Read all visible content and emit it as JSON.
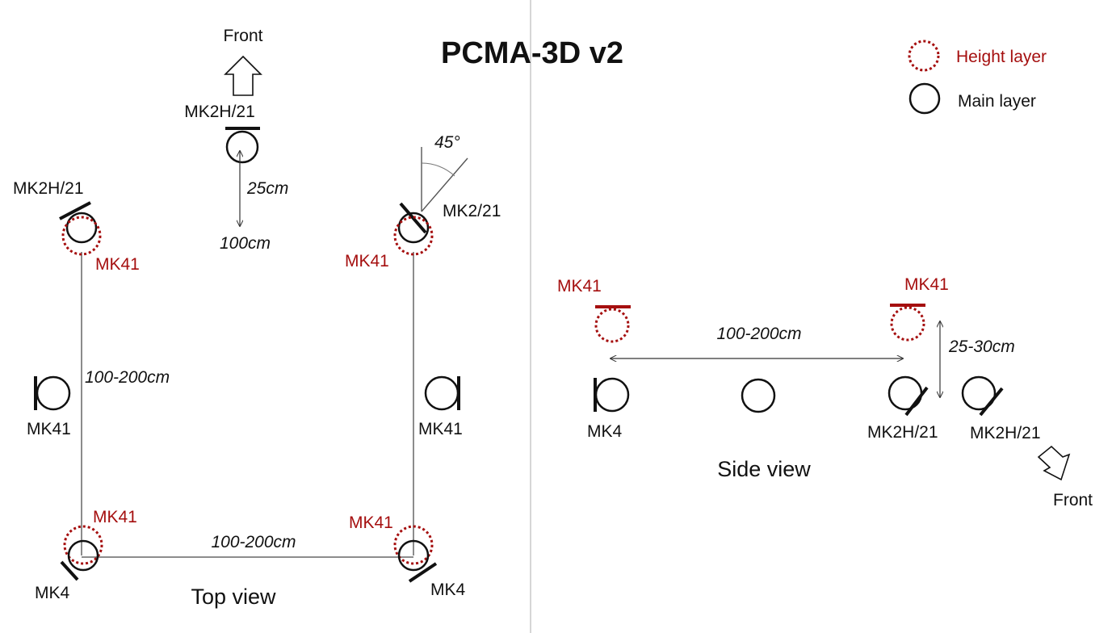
{
  "title": "PCMA-3D v2",
  "colors": {
    "height_layer": "#a50f0f",
    "main_layer": "#111111",
    "divider": "#c8c8c8"
  },
  "legend": {
    "height_layer": "Height layer",
    "main_layer": "Main layer"
  },
  "top_view": {
    "front_label": "Front",
    "center_mic": "MK2H/21",
    "center_distance_a": "25cm",
    "center_distance_b": "100cm",
    "left_top_main": "MK2H/21",
    "left_top_height": "MK41",
    "right_top_main": "MK2/21",
    "right_top_height": "MK41",
    "angle": "45°",
    "left_mid": "MK41",
    "right_mid": "MK41",
    "vertical_span": "100-200cm",
    "left_bottom_height": "MK41",
    "right_bottom_height": "MK41",
    "left_bottom_main": "MK4",
    "right_bottom_main": "MK4",
    "horizontal_span": "100-200cm",
    "view_label": "Top view"
  },
  "side_view": {
    "left_height": "MK41",
    "right_height": "MK41",
    "horizontal_span": "100-200cm",
    "vertical_span": "25-30cm",
    "left_main": "MK4",
    "right_main": "MK2H/21",
    "far_right_main": "MK2H/21",
    "front_label": "Front",
    "view_label": "Side view"
  }
}
